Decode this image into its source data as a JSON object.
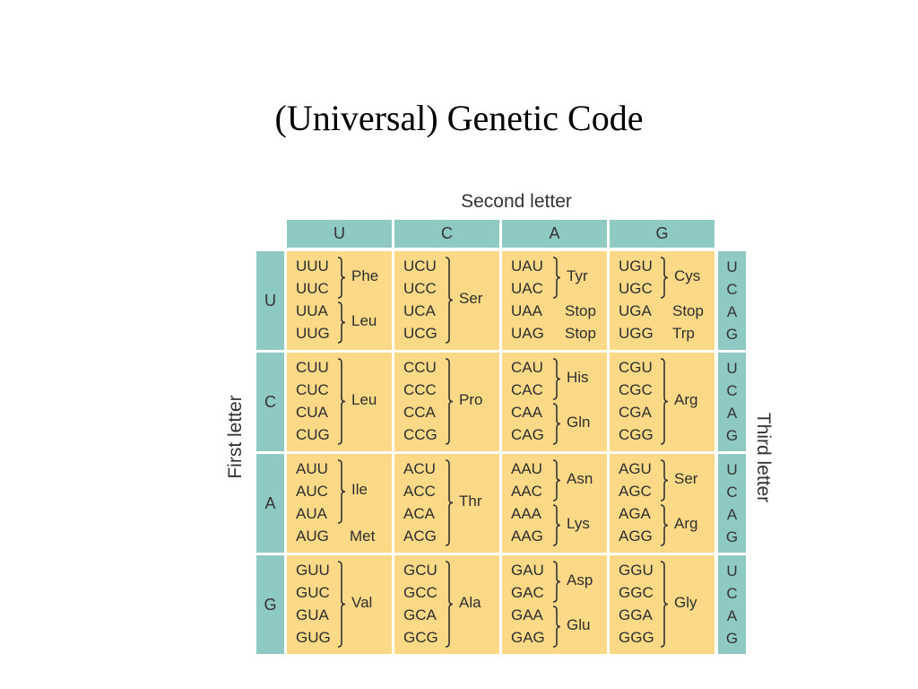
{
  "title": "(Universal) Genetic Code",
  "labels": {
    "second": "Second letter",
    "first": "First letter",
    "third": "Third letter"
  },
  "bases": [
    "U",
    "C",
    "A",
    "G"
  ],
  "third_bases": [
    "U",
    "C",
    "A",
    "G"
  ],
  "colors": {
    "header": "#8fc9c4",
    "cell": "#fbd987",
    "text": "#2e2e2e"
  },
  "blocks": [
    [
      {
        "codons": [
          "UUU",
          "UUC",
          "UUA",
          "UUG"
        ],
        "groups": [
          {
            "from": 0,
            "to": 1,
            "aa": "Phe"
          },
          {
            "from": 2,
            "to": 3,
            "aa": "Leu"
          }
        ]
      },
      {
        "codons": [
          "UCU",
          "UCC",
          "UCA",
          "UCG"
        ],
        "groups": [
          {
            "from": 0,
            "to": 3,
            "aa": "Ser"
          }
        ]
      },
      {
        "codons": [
          "UAU",
          "UAC",
          "UAA",
          "UAG"
        ],
        "groups": [
          {
            "from": 0,
            "to": 1,
            "aa": "Tyr"
          },
          {
            "from": 2,
            "to": 2,
            "aa": "Stop"
          },
          {
            "from": 3,
            "to": 3,
            "aa": "Stop"
          }
        ]
      },
      {
        "codons": [
          "UGU",
          "UGC",
          "UGA",
          "UGG"
        ],
        "groups": [
          {
            "from": 0,
            "to": 1,
            "aa": "Cys"
          },
          {
            "from": 2,
            "to": 2,
            "aa": "Stop"
          },
          {
            "from": 3,
            "to": 3,
            "aa": "Trp"
          }
        ]
      }
    ],
    [
      {
        "codons": [
          "CUU",
          "CUC",
          "CUA",
          "CUG"
        ],
        "groups": [
          {
            "from": 0,
            "to": 3,
            "aa": "Leu"
          }
        ]
      },
      {
        "codons": [
          "CCU",
          "CCC",
          "CCA",
          "CCG"
        ],
        "groups": [
          {
            "from": 0,
            "to": 3,
            "aa": "Pro"
          }
        ]
      },
      {
        "codons": [
          "CAU",
          "CAC",
          "CAA",
          "CAG"
        ],
        "groups": [
          {
            "from": 0,
            "to": 1,
            "aa": "His"
          },
          {
            "from": 2,
            "to": 3,
            "aa": "Gln"
          }
        ]
      },
      {
        "codons": [
          "CGU",
          "CGC",
          "CGA",
          "CGG"
        ],
        "groups": [
          {
            "from": 0,
            "to": 3,
            "aa": "Arg"
          }
        ]
      }
    ],
    [
      {
        "codons": [
          "AUU",
          "AUC",
          "AUA",
          "AUG"
        ],
        "groups": [
          {
            "from": 0,
            "to": 2,
            "aa": "Ile"
          },
          {
            "from": 3,
            "to": 3,
            "aa": "Met"
          }
        ]
      },
      {
        "codons": [
          "ACU",
          "ACC",
          "ACA",
          "ACG"
        ],
        "groups": [
          {
            "from": 0,
            "to": 3,
            "aa": "Thr"
          }
        ]
      },
      {
        "codons": [
          "AAU",
          "AAC",
          "AAA",
          "AAG"
        ],
        "groups": [
          {
            "from": 0,
            "to": 1,
            "aa": "Asn"
          },
          {
            "from": 2,
            "to": 3,
            "aa": "Lys"
          }
        ]
      },
      {
        "codons": [
          "AGU",
          "AGC",
          "AGA",
          "AGG"
        ],
        "groups": [
          {
            "from": 0,
            "to": 1,
            "aa": "Ser"
          },
          {
            "from": 2,
            "to": 3,
            "aa": "Arg"
          }
        ]
      }
    ],
    [
      {
        "codons": [
          "GUU",
          "GUC",
          "GUA",
          "GUG"
        ],
        "groups": [
          {
            "from": 0,
            "to": 3,
            "aa": "Val"
          }
        ]
      },
      {
        "codons": [
          "GCU",
          "GCC",
          "GCA",
          "GCG"
        ],
        "groups": [
          {
            "from": 0,
            "to": 3,
            "aa": "Ala"
          }
        ]
      },
      {
        "codons": [
          "GAU",
          "GAC",
          "GAA",
          "GAG"
        ],
        "groups": [
          {
            "from": 0,
            "to": 1,
            "aa": "Asp"
          },
          {
            "from": 2,
            "to": 3,
            "aa": "Glu"
          }
        ]
      },
      {
        "codons": [
          "GGU",
          "GGC",
          "GGA",
          "GGG"
        ],
        "groups": [
          {
            "from": 0,
            "to": 3,
            "aa": "Gly"
          }
        ]
      }
    ]
  ]
}
